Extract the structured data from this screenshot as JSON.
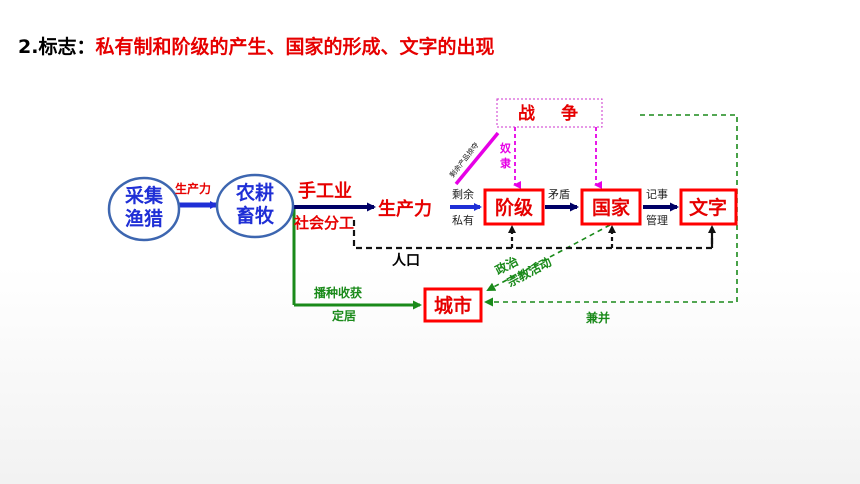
{
  "heading": {
    "prefix": "2.标志：",
    "rest": "私有制和阶级的产生、国家的形成、文字的出现"
  },
  "nodes": {
    "gathering_line1": "采集",
    "gathering_line2": "渔猎",
    "farming_line1": "农耕",
    "farming_line2": "畜牧",
    "handicraft": "手工业",
    "division": "社会分工",
    "productivity": "生产力",
    "class": "阶级",
    "state": "国家",
    "writing": "文字",
    "city": "城市",
    "war": "战 争",
    "population": "人口"
  },
  "labels": {
    "prod_force": "生产力",
    "surplus": "剩余",
    "private": "私有",
    "contradiction": "矛盾",
    "record": "记事",
    "manage": "管理",
    "slaves_line1": "奴",
    "slaves_line2": "隶",
    "surplus_products": "剩余产品掠夺",
    "sow_harvest": "播种收获",
    "settle": "定居",
    "politics": "政治",
    "religion": "宗教活动",
    "annex": "兼并"
  },
  "colors": {
    "red": "#e60000",
    "blue": "#1f2fd6",
    "dark_navy": "#000066",
    "green": "#1a8a1a",
    "magenta": "#e600e6"
  }
}
